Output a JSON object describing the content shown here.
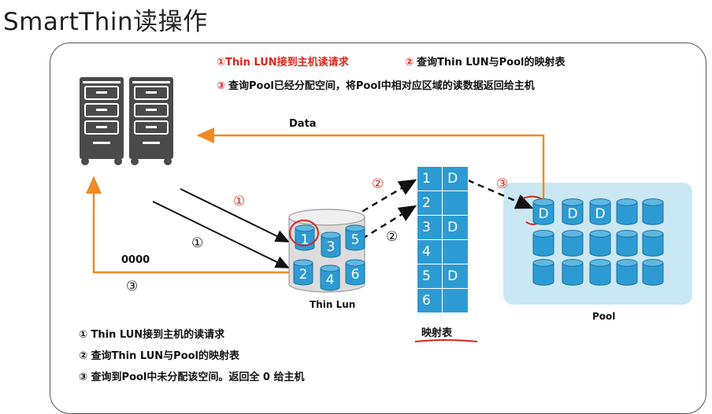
{
  "title": "SmartThin读操作",
  "top_steps": [
    {
      "num": "①",
      "text": "Thin LUN接到主机读请求"
    },
    {
      "num": "②",
      "text": "查询Thin LUN与Pool的映射表"
    },
    {
      "num": "③",
      "text": "查询Pool已经分配空间，将Pool中相对应区域的读数据返回给主机"
    }
  ],
  "labels": {
    "data": "Data",
    "zeros": "0000",
    "thin_lun": "Thin Lun",
    "map": "映射表",
    "pool": "Pool"
  },
  "thin_lun_blocks": [
    "1",
    "3",
    "5",
    "2",
    "4",
    "6"
  ],
  "mapping_table": [
    {
      "lun": "1",
      "pool": "D"
    },
    {
      "lun": "2",
      "pool": ""
    },
    {
      "lun": "3",
      "pool": "D"
    },
    {
      "lun": "4",
      "pool": ""
    },
    {
      "lun": "5",
      "pool": "D"
    },
    {
      "lun": "6",
      "pool": ""
    }
  ],
  "pool_top_row": [
    "D",
    "D",
    "D",
    "",
    ""
  ],
  "markers": {
    "one": "①",
    "two": "②",
    "three": "③"
  },
  "bottom_steps": [
    {
      "num": "①",
      "text": "Thin LUN接到主机的读请求"
    },
    {
      "num": "②",
      "text": "查询Thin LUN与Pool的映射表"
    },
    {
      "num": "③",
      "text": "查询到Pool中未分配该空间。返回全 0 给主机"
    }
  ],
  "colors": {
    "cylinder": "#2d9bd3",
    "pool_bg": "#c9e8f3",
    "orange_arrow": "#f08a24",
    "red": "#d9261c",
    "server": "#4a4a4a"
  }
}
